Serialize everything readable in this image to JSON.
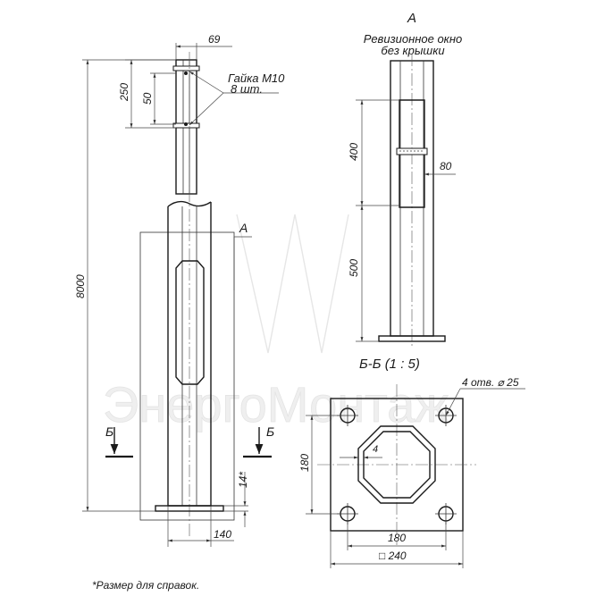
{
  "labels": {
    "view_a_letter": "А",
    "view_a_title_line1": "Ревизионное окно",
    "view_a_title_line2": "без крышки",
    "leader_a": "А",
    "nut_line1": "Гайка М10",
    "nut_line2": "8 шт.",
    "section_mark_left": "Б",
    "section_mark_right": "Б",
    "section_title": "Б-Б (1 : 5)",
    "holes": "4 отв. ⌀ 25",
    "footnote": "*Размер для справок."
  },
  "dimensions": {
    "top_width": "69",
    "top_250": "250",
    "top_50": "50",
    "total_height": "8000",
    "base_14": "14*",
    "base_140": "140",
    "window_400": "400",
    "window_500": "500",
    "window_80": "80",
    "plate_180_vertical": "180",
    "plate_180_horizontal": "180",
    "plate_240": "□ 240",
    "wall_4": "4"
  },
  "watermark": "ЭнергоМонтаж"
}
